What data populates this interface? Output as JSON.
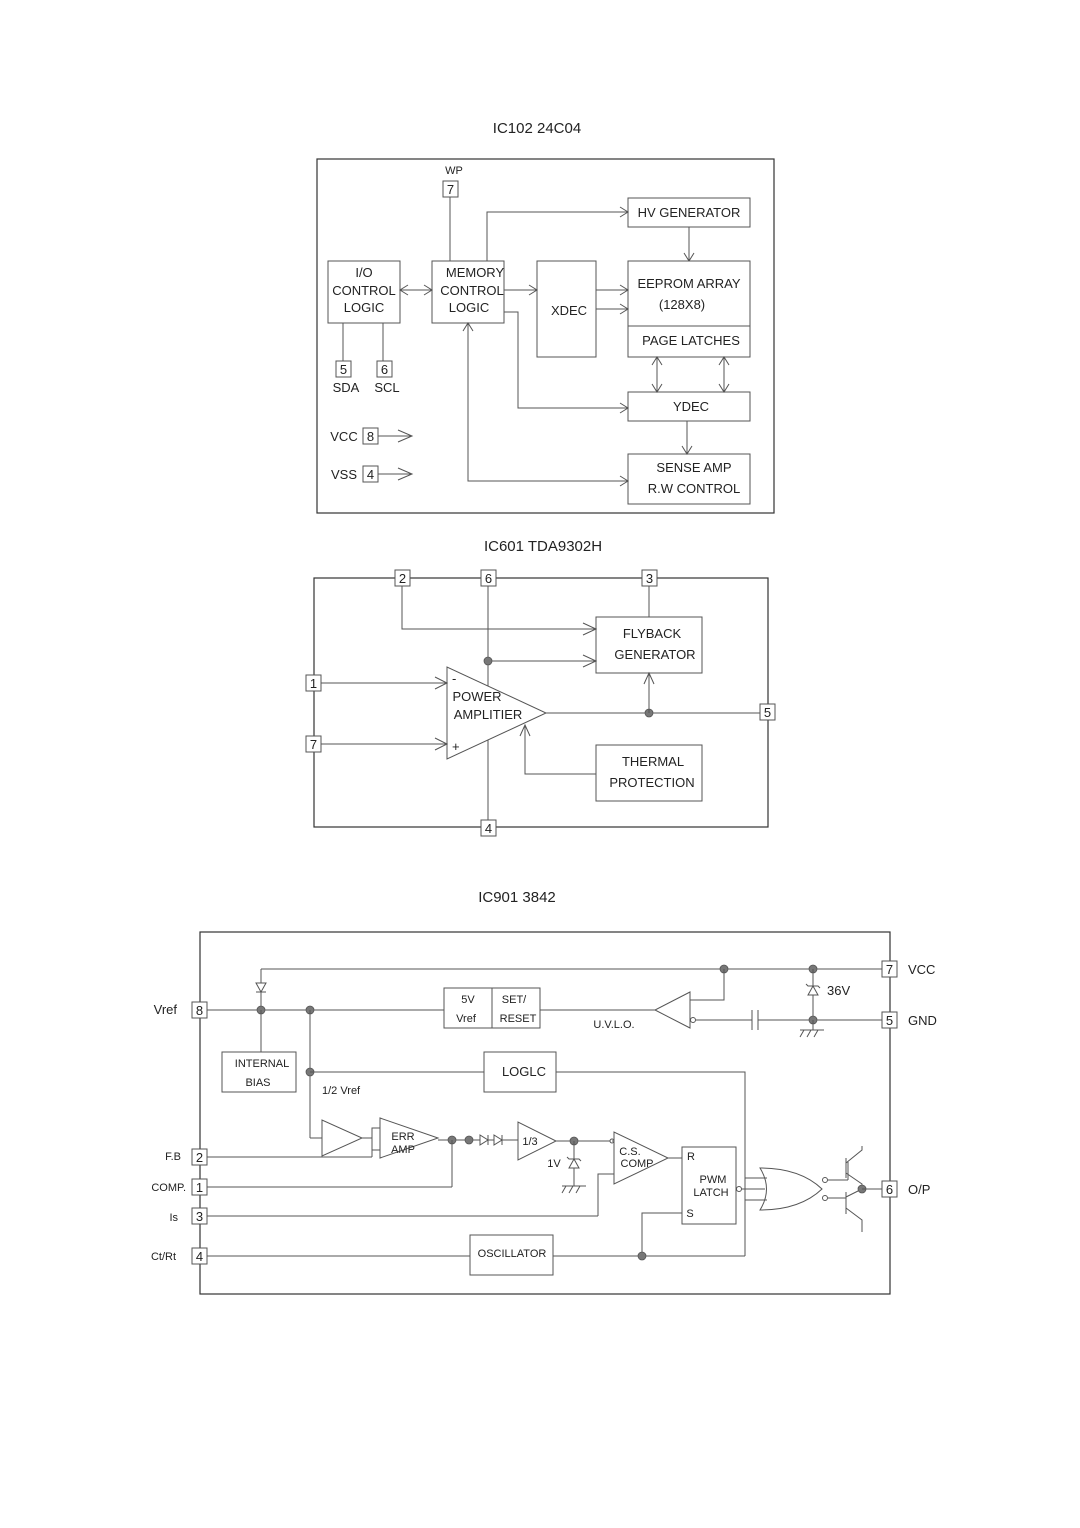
{
  "ic102": {
    "title": "IC102 24C04",
    "wp_label": "WP",
    "pin_wp": "7",
    "hv_generator": "HV GENERATOR",
    "io_l1": "I/O",
    "io_l2": "CONTROL",
    "io_l3": "LOGIC",
    "mem_l1": "MEMORY",
    "mem_l2": "CONTROL",
    "mem_l3": "LOGIC",
    "xdec": "XDEC",
    "eeprom_l1": "EEPROM ARRAY",
    "eeprom_l2": "(128X8)",
    "page_latches": "PAGE LATCHES",
    "ydec": "YDEC",
    "sense_l1": "SENSE AMP",
    "sense_l2": "R.W CONTROL",
    "pin_sda": "5",
    "lbl_sda": "SDA",
    "pin_scl": "6",
    "lbl_scl": "SCL",
    "lbl_vcc": "VCC",
    "pin_vcc": "8",
    "lbl_vss": "VSS",
    "pin_vss": "4"
  },
  "ic601": {
    "title": "IC601 TDA9302H",
    "pin_2": "2",
    "pin_6": "6",
    "pin_3": "3",
    "pin_1": "1",
    "pin_7": "7",
    "pin_5": "5",
    "pin_4": "4",
    "flyback_l1": "FLYBACK",
    "flyback_l2": "GENERATOR",
    "minus": "-",
    "plus": "+",
    "amp_l1": "POWER",
    "amp_l2": "AMPLITIER",
    "thermal_l1": "THERMAL",
    "thermal_l2": "PROTECTION"
  },
  "ic901": {
    "title": "IC901 3842",
    "lbl_vcc": "VCC",
    "pin_vcc": "7",
    "lbl_36v": "36V",
    "lbl_vref": "Vref",
    "pin_vref": "8",
    "set_l1": "5V",
    "set_l2": "Vref",
    "set_l3": "SET/",
    "set_l4": "RESET",
    "uvlo": "U.V.L.O.",
    "lbl_gnd": "GND",
    "pin_gnd": "5",
    "bias_l1": "INTERNAL",
    "bias_l2": "BIAS",
    "loglc": "LOGLC",
    "half_vref": "1/2 Vref",
    "lbl_fb": "F.B",
    "pin_fb": "2",
    "err_l1": "ERR",
    "err_l2": "AMP",
    "third": "1/3",
    "lbl_1v": "1V",
    "cs_l1": "C.S.",
    "cs_l2": "COMP",
    "latch_r": "R",
    "latch_l1": "PWM",
    "latch_l2": "LATCH",
    "latch_s": "S",
    "lbl_op": "O/P",
    "pin_op": "6",
    "lbl_comp": "COMP.",
    "pin_comp": "1",
    "lbl_is": "Is",
    "pin_is": "3",
    "lbl_ctrt": "Ct/Rt",
    "pin_ctrt": "4",
    "oscillator": "OSCILLATOR"
  }
}
